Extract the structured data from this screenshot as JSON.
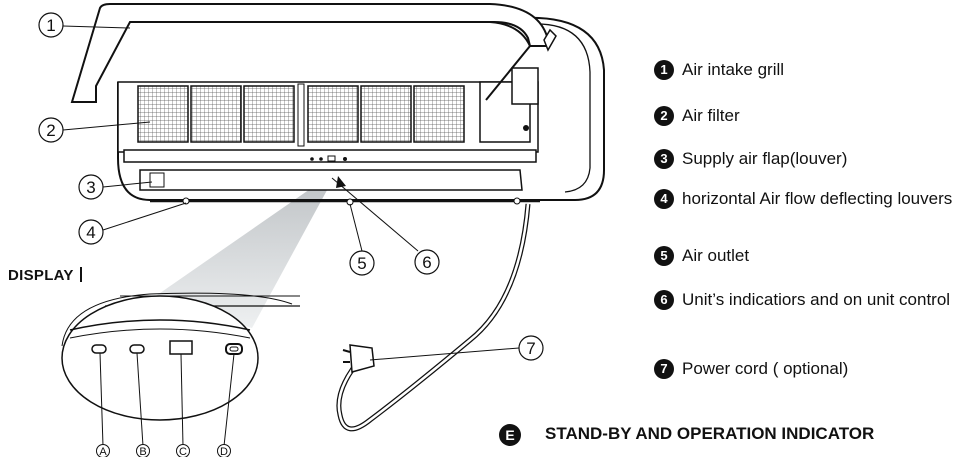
{
  "callouts": [
    "1",
    "2",
    "3",
    "4",
    "5",
    "6",
    "7"
  ],
  "display": {
    "title": "DISPLAY",
    "indicators": [
      "A",
      "B",
      "C",
      "D"
    ]
  },
  "legend": [
    {
      "num": "1",
      "label": "Air intake grill"
    },
    {
      "num": "2",
      "label": "Air filter"
    },
    {
      "num": "3",
      "label": "Supply air flap(louver)"
    },
    {
      "num": "4",
      "label": "horizontal Air flow deflecting louvers"
    },
    {
      "num": "5",
      "label": "Air outlet"
    },
    {
      "num": "6",
      "label": "Unit’s indicatiors and on unit control"
    },
    {
      "num": "7",
      "label": "Power cord ( optional)"
    }
  ],
  "section_e": {
    "badge": "E",
    "title": "STAND-BY AND OPERATION INDICATOR"
  }
}
